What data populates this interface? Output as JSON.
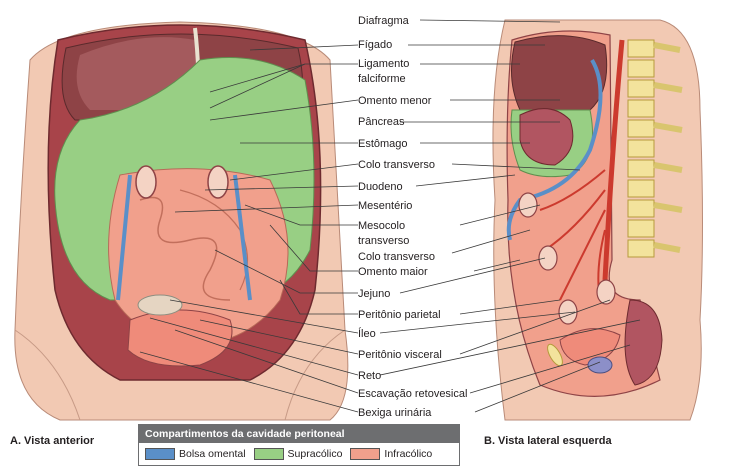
{
  "labels": [
    "Diafragma",
    "Fígado",
    "Ligamento",
    "falciforme",
    "Omento menor",
    "Pâncreas",
    "Estômago",
    "Colo transverso",
    "Duodeno",
    "Mesentério",
    "Mesocolo",
    "transverso",
    "Colo transverso",
    "Omento maior",
    "Jejuno",
    "Peritônio parietal",
    "Íleo",
    "Peritônio visceral",
    "Reto",
    "Escavação retovesical",
    "Bexiga urinária"
  ],
  "captions": {
    "anterior": "A. Vista anterior",
    "lateral": "B. Vista lateral esquerda"
  },
  "legend": {
    "title": "Compartimentos da cavidade peritoneal",
    "items": [
      {
        "label": "Bolsa omental",
        "color": "#5a8fc8"
      },
      {
        "label": "Supracólico",
        "color": "#98cf84"
      },
      {
        "label": "Infracólico",
        "color": "#f1a08c"
      }
    ]
  }
}
